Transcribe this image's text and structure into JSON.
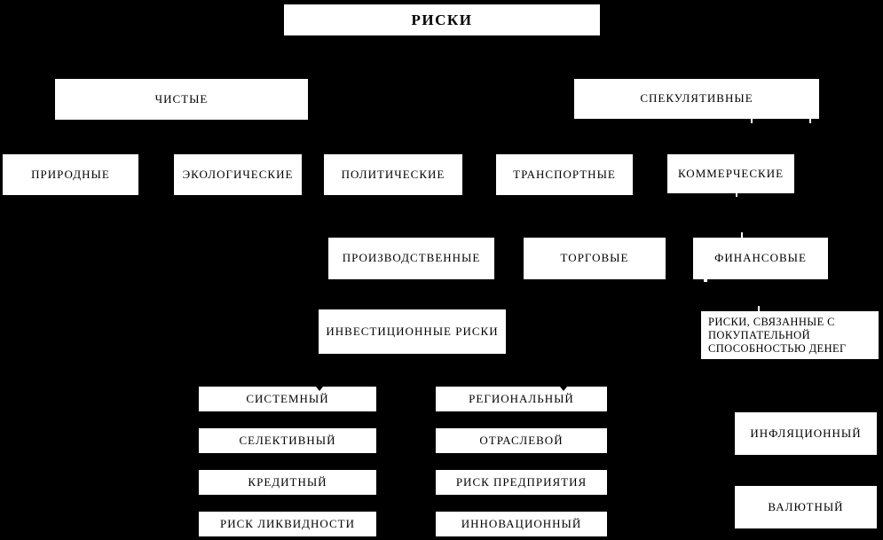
{
  "diagram": {
    "title": "РИСКИ",
    "colors": {
      "background": "#000000",
      "node_fill": "#ffffff",
      "node_text": "#000000"
    },
    "nodes": {
      "riski": "РИСКИ",
      "chistye": "ЧИСТЫЕ",
      "spekulyativnye": "СПЕКУЛЯТИВНЫЕ",
      "prirodnye": "ПРИРОДНЫЕ",
      "ekologicheskie": "ЭКОЛОГИЧЕСКИЕ",
      "politicheskie": "ПОЛИТИЧЕСКИЕ",
      "transportnye": "ТРАНСПОРТНЫЕ",
      "kommercheskie": "КОММЕРЧЕСКИЕ",
      "proizvodstvennye": "ПРОИЗВОДСТВЕННЫЕ",
      "torgovye": "ТОРГОВЫЕ",
      "finansovye": "ФИНАНСОВЫЕ",
      "investicionnye_riski": "ИНВЕСТИЦИОННЫЕ РИСКИ",
      "pokupatelnaya_sposobnost": "РИСКИ, СВЯЗАННЫЕ С ПОКУПАТЕЛЬНОЙ СПОСОБНОСТЬЮ ДЕНЕГ",
      "sistemnyj": "СИСТЕМНЫЙ",
      "selektivnyj": "СЕЛЕКТИВНЫЙ",
      "kreditnyj": "КРЕДИТНЫЙ",
      "risk_likvidnosti": "РИСК ЛИКВИДНОСТИ",
      "regionalnyj": "РЕГИОНАЛЬНЫЙ",
      "otraslevoj": "ОТРАСЛЕВОЙ",
      "risk_predpriyatiya": "РИСК ПРЕДПРИЯТИЯ",
      "innovacionnyj": "ИННОВАЦИОННЫЙ",
      "inflyacionnyj": "ИНФЛЯЦИОННЫЙ",
      "valyutnyj": "ВАЛЮТНЫЙ"
    }
  }
}
